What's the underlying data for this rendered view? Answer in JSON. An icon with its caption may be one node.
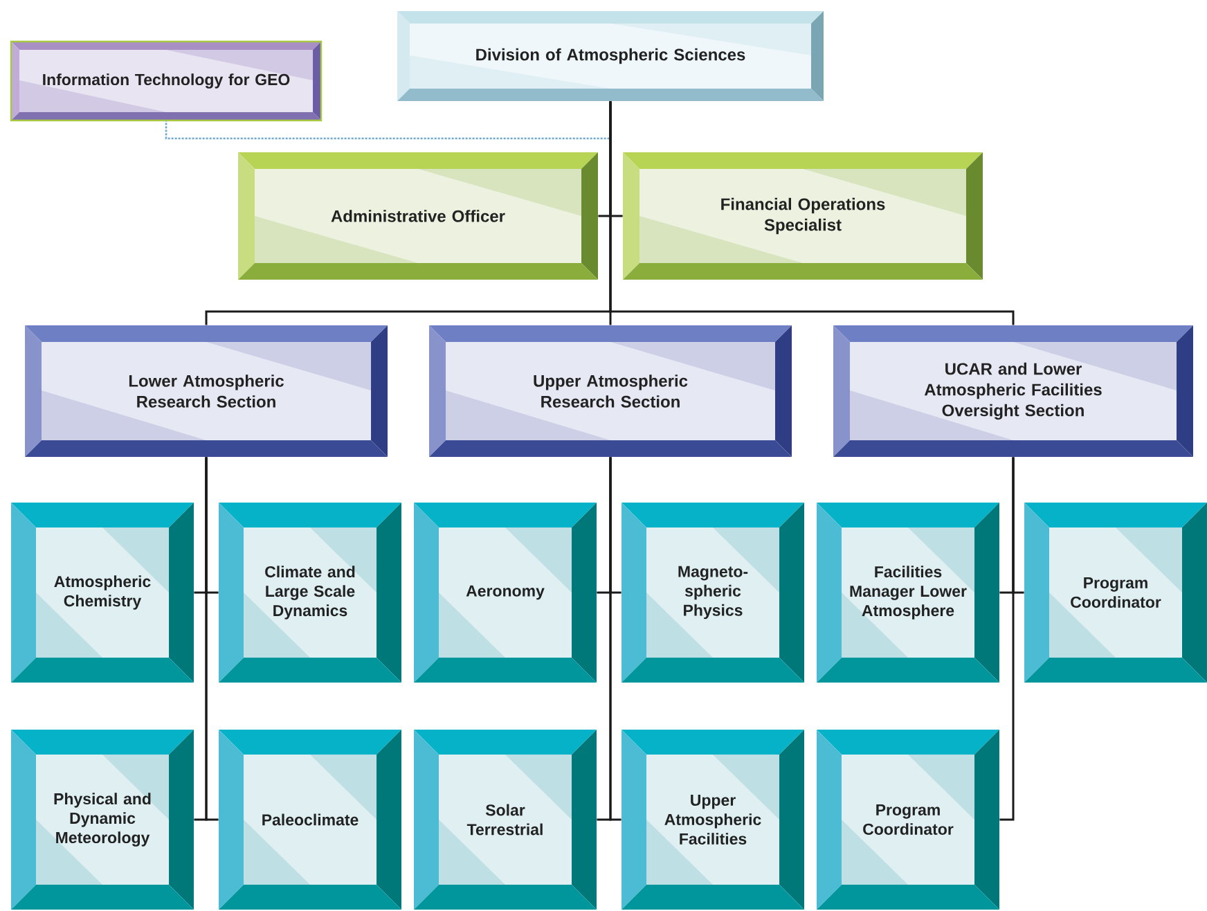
{
  "diagram": {
    "nodes": [
      {
        "text": [
          "Division of Atmospheric Sciences"
        ]
      },
      {
        "text": [
          "Information Technology for GEO"
        ]
      },
      {
        "text": [
          "Administrative Officer"
        ]
      },
      {
        "text": [
          "Financial Operations Specialist"
        ]
      },
      {
        "text": [
          "Lower Atmospheric Research Section"
        ]
      },
      {
        "text": [
          "Upper Atmospheric Research Section"
        ]
      },
      {
        "text": [
          "UCAR and Lower Atmospheric Facilities Oversight Section"
        ]
      },
      {
        "text": [
          "Atmospheric Chemistry"
        ]
      },
      {
        "text": [
          "Climate and Large Scale Dynamics"
        ]
      },
      {
        "text": [
          "Physical and Dynamic Meteorology"
        ]
      },
      {
        "text": [
          "Paleoclimate"
        ]
      },
      {
        "text": [
          "Aeronomy"
        ]
      },
      {
        "text": [
          "Magneto-spheric Physics"
        ]
      },
      {
        "text": [
          "Solar Terrestrial"
        ]
      },
      {
        "text": [
          "Upper Atmospheric Facilities"
        ]
      },
      {
        "text": [
          "Facilities Manager Lower Atmosphere"
        ]
      },
      {
        "text": [
          "Program Coordinator"
        ]
      },
      {
        "text": [
          "Program Coordinator"
        ]
      }
    ],
    "edges": [
      {
        "from": 0,
        "to": 1,
        "arrow": "none",
        "style": "dashed",
        "color": "#6fa8cf"
      },
      {
        "from": 0,
        "to": 2,
        "arrow": "none"
      },
      {
        "from": 0,
        "to": 3,
        "arrow": "none"
      },
      {
        "from": 0,
        "to": 4,
        "arrow": "none"
      },
      {
        "from": 0,
        "to": 5,
        "arrow": "none"
      },
      {
        "from": 0,
        "to": 6,
        "arrow": "none"
      },
      {
        "from": 4,
        "to": 7,
        "arrow": "none"
      },
      {
        "from": 4,
        "to": 8,
        "arrow": "none"
      },
      {
        "from": 4,
        "to": 9,
        "arrow": "none"
      },
      {
        "from": 4,
        "to": 10,
        "arrow": "none"
      },
      {
        "from": 5,
        "to": 11,
        "arrow": "none"
      },
      {
        "from": 5,
        "to": 12,
        "arrow": "none"
      },
      {
        "from": 5,
        "to": 13,
        "arrow": "none"
      },
      {
        "from": 5,
        "to": 14,
        "arrow": "none"
      },
      {
        "from": 6,
        "to": 15,
        "arrow": "none"
      },
      {
        "from": 6,
        "to": 16,
        "arrow": "none"
      },
      {
        "from": 6,
        "to": 17,
        "arrow": "none"
      }
    ]
  }
}
